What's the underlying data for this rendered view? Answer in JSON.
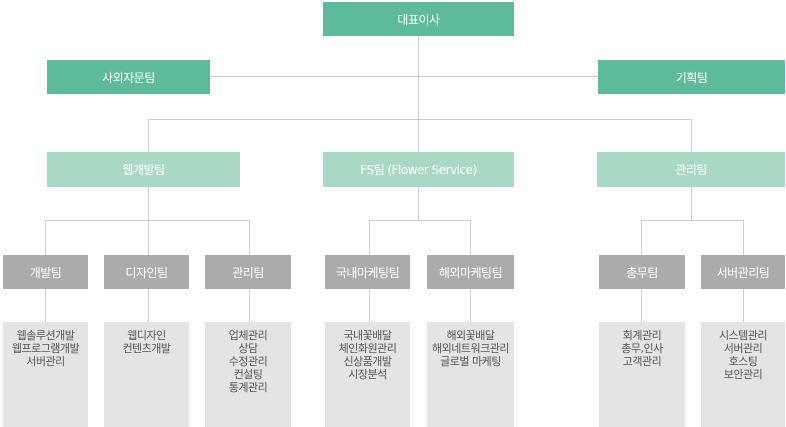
{
  "ceo": "대표이사",
  "level1": {
    "left": "사외자문팀",
    "right": "기획팀"
  },
  "divisions": [
    {
      "label": "웹개발팀",
      "teams": [
        {
          "label": "개발팀",
          "duties": [
            "웹솔루션개발",
            "웹프로그램개발",
            "서버관리"
          ]
        },
        {
          "label": "디자인팀",
          "duties": [
            "웹디자인",
            "컨텐츠개발"
          ]
        },
        {
          "label": "관리팀",
          "duties": [
            "업체관리",
            "상담",
            "수정관리",
            "컨설팅",
            "통계관리"
          ]
        }
      ]
    },
    {
      "label": "FS팀 (Flower Service)",
      "teams": [
        {
          "label": "국내마케팅팀",
          "duties": [
            "국내꽃배달",
            "체인화원관리",
            "신상품개발",
            "시장분석"
          ]
        },
        {
          "label": "해외마케팅팀",
          "duties": [
            "해외꽃배달",
            "해외네트워크관리",
            "글로벌 마케팅"
          ]
        }
      ]
    },
    {
      "label": "관리팀",
      "teams": [
        {
          "label": "총무팀",
          "duties": [
            "회계관리",
            "총무,인사",
            "고객관리"
          ]
        },
        {
          "label": "서버관리팀",
          "duties": [
            "시스템관리",
            "서버관리",
            "호스팅",
            "보안관리"
          ]
        }
      ]
    }
  ],
  "colors": {
    "top_box": "#5dbb9b",
    "division_box": "#a9d8c5",
    "team_box": "#a9abac",
    "duty_box": "#e3e4e5",
    "connector": "#cccccc"
  }
}
